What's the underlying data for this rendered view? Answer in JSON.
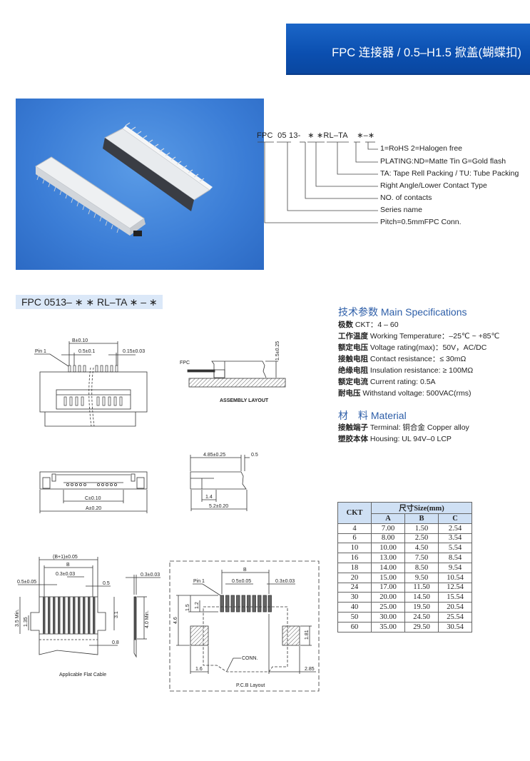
{
  "header": {
    "title": "FPC 连接器 / 0.5–H1.5 掀盖(蝴蝶扣)",
    "color": "#0b4fb0"
  },
  "part_number": {
    "code": "FPC  05 13-   ∗ ∗RL–TA    ∗–∗",
    "fields": [
      "1=RoHS  2=Halogen free",
      "PLATING:ND=Matte Tin G=Gold flash",
      "TA: Tape Rell Packing / TU: Tube Packing",
      "Right Angle/Lower Contact Type",
      "NO. of contacts",
      "Series name",
      "Pitch=0.5mmFPC Conn."
    ]
  },
  "model": "FPC 0513– ∗ ∗ RL–TA ∗ – ∗",
  "specs": {
    "heading_cn": "技术参数",
    "heading_en": "Main Specifications",
    "items": [
      {
        "cn": "极数",
        "en": "CKT：4 – 60"
      },
      {
        "cn": "工作温度",
        "en": "Working Temperature：–25℃ ~ +85℃"
      },
      {
        "cn": "额定电压",
        "en": "Voltage rating(max)：50V，AC/DC"
      },
      {
        "cn": "接触电阻",
        "en": "Contact resistance：≤ 30mΩ"
      },
      {
        "cn": "绝缘电阻",
        "en": "Insulation resistance: ≥ 100MΩ"
      },
      {
        "cn": "额定电流",
        "en": "Current rating: 0.5A"
      },
      {
        "cn": "耐电压",
        "en": "Withstand voltage: 500VAC(rms)"
      }
    ]
  },
  "material": {
    "heading_cn": "材　料",
    "heading_en": "Material",
    "items": [
      {
        "cn": "接触端子",
        "en": "Terminal: 铜合金 Copper alloy"
      },
      {
        "cn": "塑胶本体",
        "en": "Housing: UL 94V–0 LCP"
      }
    ]
  },
  "size_table": {
    "ckt_header": "CKT",
    "group_header": "尺寸Size(mm)",
    "columns": [
      "A",
      "B",
      "C"
    ],
    "rows": [
      [
        "4",
        "7.00",
        "1.50",
        "2.54"
      ],
      [
        "6",
        "8.00",
        "2.50",
        "3.54"
      ],
      [
        "10",
        "10.00",
        "4.50",
        "5.54"
      ],
      [
        "16",
        "13.00",
        "7.50",
        "8.54"
      ],
      [
        "18",
        "14.00",
        "8.50",
        "9.54"
      ],
      [
        "20",
        "15.00",
        "9.50",
        "10.54"
      ],
      [
        "24",
        "17.00",
        "11.50",
        "12.54"
      ],
      [
        "30",
        "20.00",
        "14.50",
        "15.54"
      ],
      [
        "40",
        "25.00",
        "19.50",
        "20.54"
      ],
      [
        "50",
        "30.00",
        "24.50",
        "25.54"
      ],
      [
        "60",
        "35.00",
        "29.50",
        "30.54"
      ]
    ]
  },
  "drawings": {
    "top_view": {
      "b": "B±0.10",
      "pitch": "0.5±0.1",
      "pin_w": "0.15±0.03",
      "pin1": "Pin 1"
    },
    "assembly": {
      "fpc": "FPC",
      "height": "1.5±0.25",
      "caption": "ASSEMBLY LAYOUT"
    },
    "front_view": {
      "c": "C±0.10",
      "a": "A±0.20"
    },
    "side_view": {
      "depth": "4.85±0.25",
      "tip": "0.5",
      "foot": "1.4",
      "total": "5.2±0.20"
    },
    "flat_cable": {
      "width": "(B+1)±0.05",
      "b": "B",
      "cond_w": "0.3±0.03",
      "pitch": "0.5±0.05",
      "edge": "0.5",
      "len": "3.1",
      "min_len": "3.5 Min.",
      "tab": "1.35",
      "stiff": "0.8",
      "thk": "0.3±0.03",
      "stiff_len": "4.0 Min.",
      "caption": "Applicable Flat Cable"
    },
    "pcb": {
      "b": "B",
      "pin1": "Pin 1",
      "pitch": "0.5±0.05",
      "pad_w": "0.3±0.03",
      "d15": "1.5",
      "d12": "1.2",
      "d46": "4.6",
      "d181": "1.81",
      "conn": "CONN.",
      "d16": "1.6",
      "d285": "2.85",
      "caption": "P.C.B Layout"
    }
  }
}
